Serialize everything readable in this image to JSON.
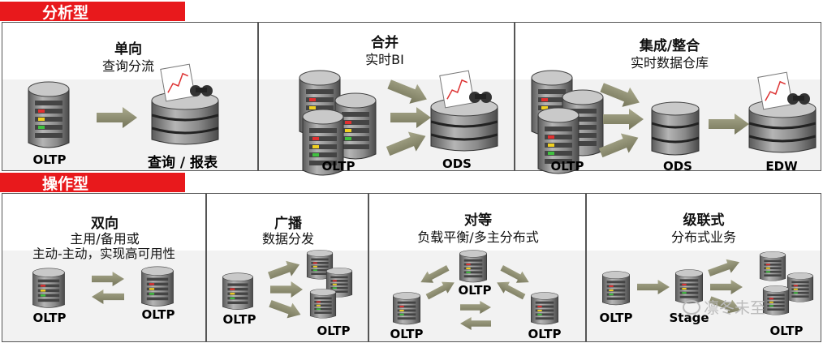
{
  "sections": {
    "analytical": "分析型",
    "operational": "操作型"
  },
  "analytical": {
    "p1": {
      "title": "单向",
      "sub": "查询分流",
      "src": "OLTP",
      "dst": "查询 / 报表"
    },
    "p2": {
      "title": "合并",
      "sub": "实时BI",
      "src": "OLTP",
      "dst": "ODS"
    },
    "p3": {
      "title": "集成/整合",
      "sub": "实时数据仓库",
      "src": "OLTP",
      "mid": "ODS",
      "dst": "EDW"
    }
  },
  "operational": {
    "p1": {
      "title": "双向",
      "sub1": "主用/备用或",
      "sub2": "主动-主动，实现高可用性",
      "left": "OLTP",
      "right": "OLTP"
    },
    "p2": {
      "title": "广播",
      "sub": "数据分发",
      "src": "OLTP",
      "dst": "OLTP"
    },
    "p3": {
      "title": "对等",
      "sub": "负载平衡/多主分布式",
      "top": "OLTP",
      "left": "OLTP",
      "right": "OLTP"
    },
    "p4": {
      "title": "级联式",
      "sub": "分布式业务",
      "src": "OLTP",
      "mid": "Stage",
      "dst": "OLTP"
    }
  },
  "watermark": "凛冬未至",
  "colors": {
    "red": "#e8191c",
    "arrow": "#8b8b6e",
    "db": "#8a8a8a"
  }
}
